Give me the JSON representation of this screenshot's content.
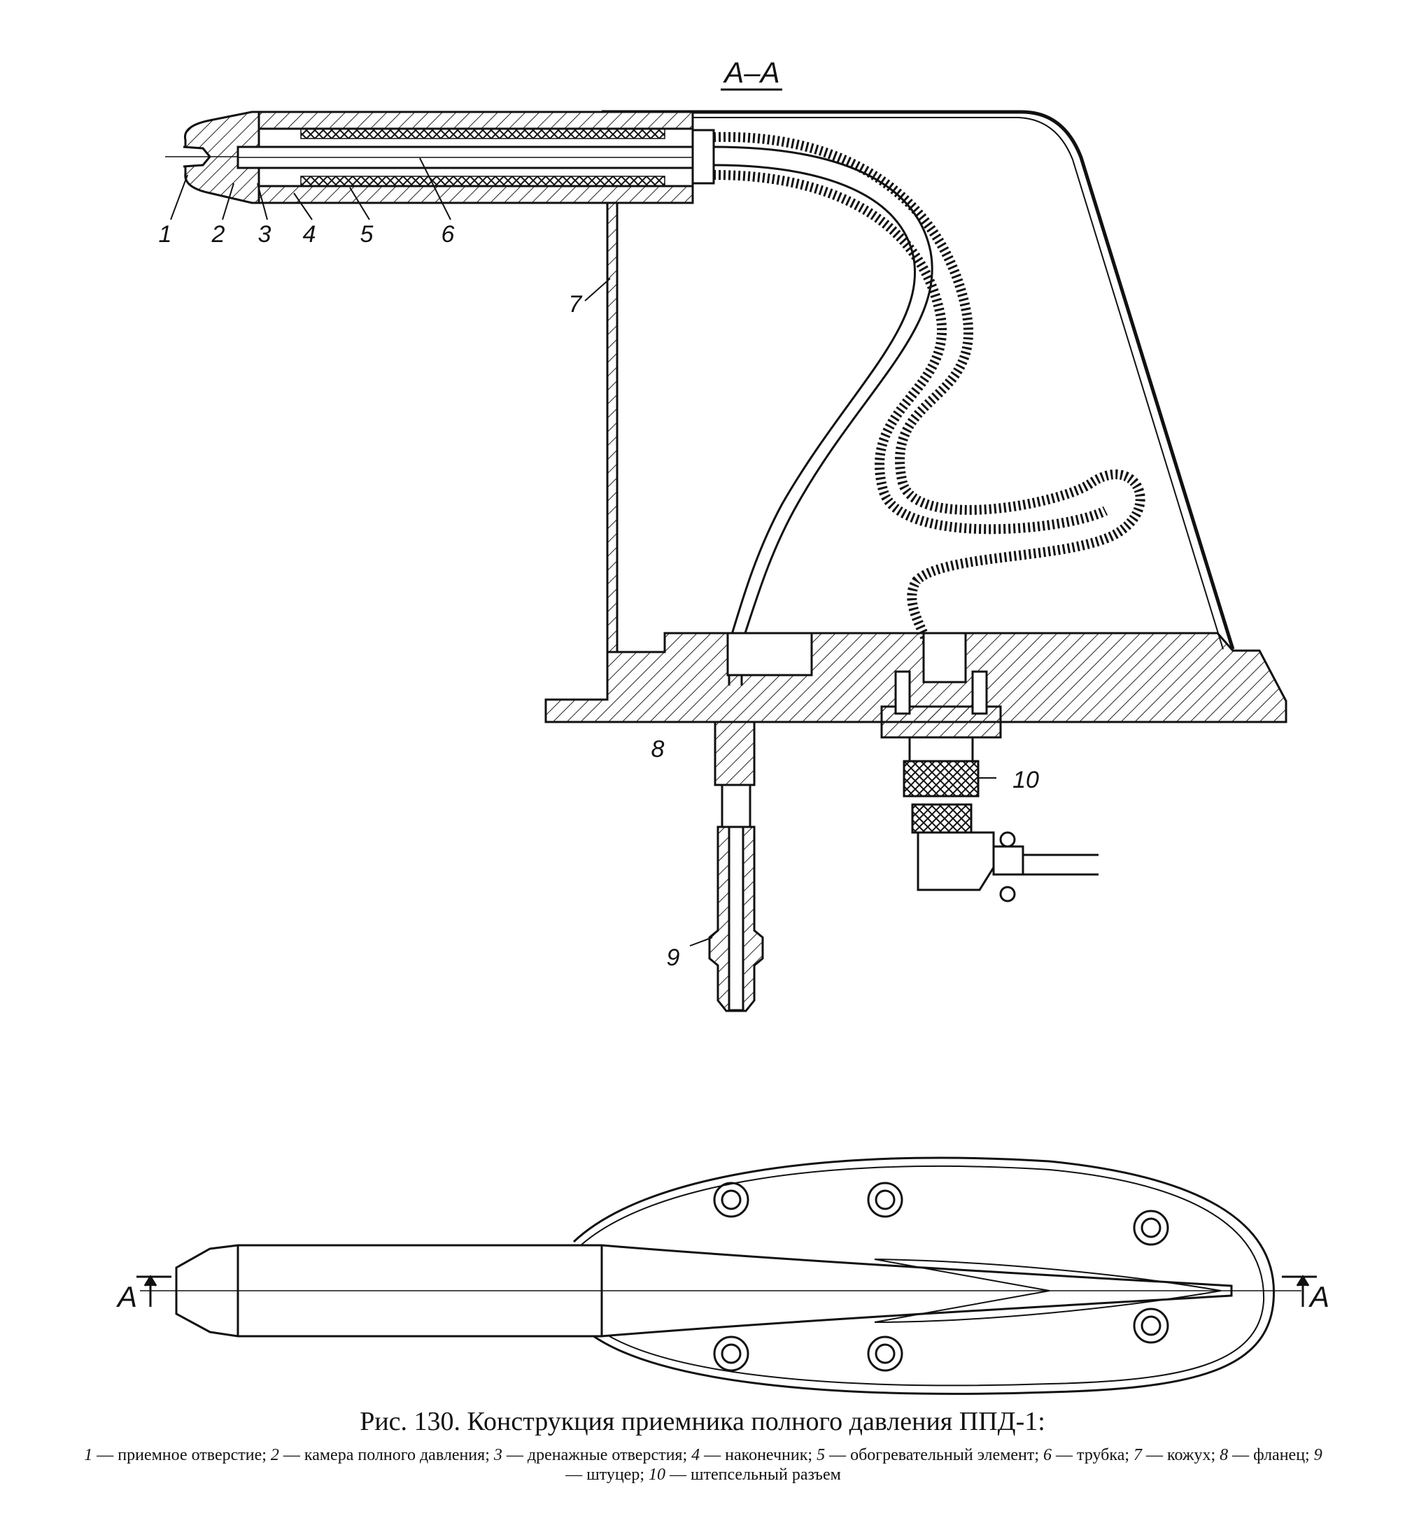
{
  "section": {
    "title": "А–А",
    "marker_left": "А",
    "marker_right": "А"
  },
  "labels": [
    "1",
    "2",
    "3",
    "4",
    "5",
    "6",
    "7",
    "8",
    "9",
    "10"
  ],
  "caption": "Рис. 130. Конструкция приемника полного давления ППД-1:",
  "legend": [
    {
      "num": "1",
      "text": "приемное отверстие;"
    },
    {
      "num": "2",
      "text": "камера полного давления;"
    },
    {
      "num": "3",
      "text": "дренажные отверстия;"
    },
    {
      "num": "4",
      "text": "наконечник;"
    },
    {
      "num": "5",
      "text": "обогревательный элемент;"
    },
    {
      "num": "6",
      "text": "трубка;"
    },
    {
      "num": "7",
      "text": "кожух;"
    },
    {
      "num": "8",
      "text": "фланец;"
    },
    {
      "num": "9",
      "text": "штуцер;"
    },
    {
      "num": "10",
      "text": "штепсельный разъем"
    }
  ]
}
